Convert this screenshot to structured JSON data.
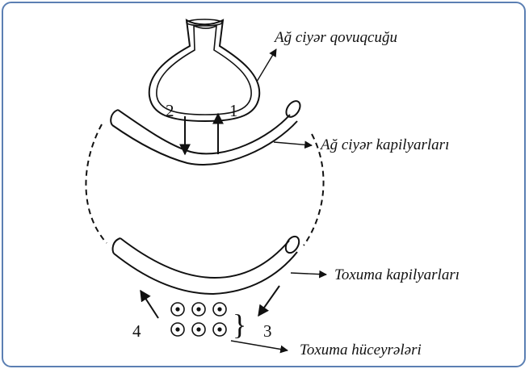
{
  "labels": {
    "alveolus": "Ağ ciyər qovuqcuğu",
    "lung_capillaries": "Ağ ciyər kapilyarları",
    "tissue_capillaries": "Toxuma kapilyarları",
    "tissue_cells": "Toxuma hüceyrələri"
  },
  "numbers": {
    "n1": "1",
    "n2": "2",
    "n3": "3",
    "n4": "4"
  },
  "colors": {
    "frame_border": "#5b7fb3",
    "stroke": "#111111"
  }
}
